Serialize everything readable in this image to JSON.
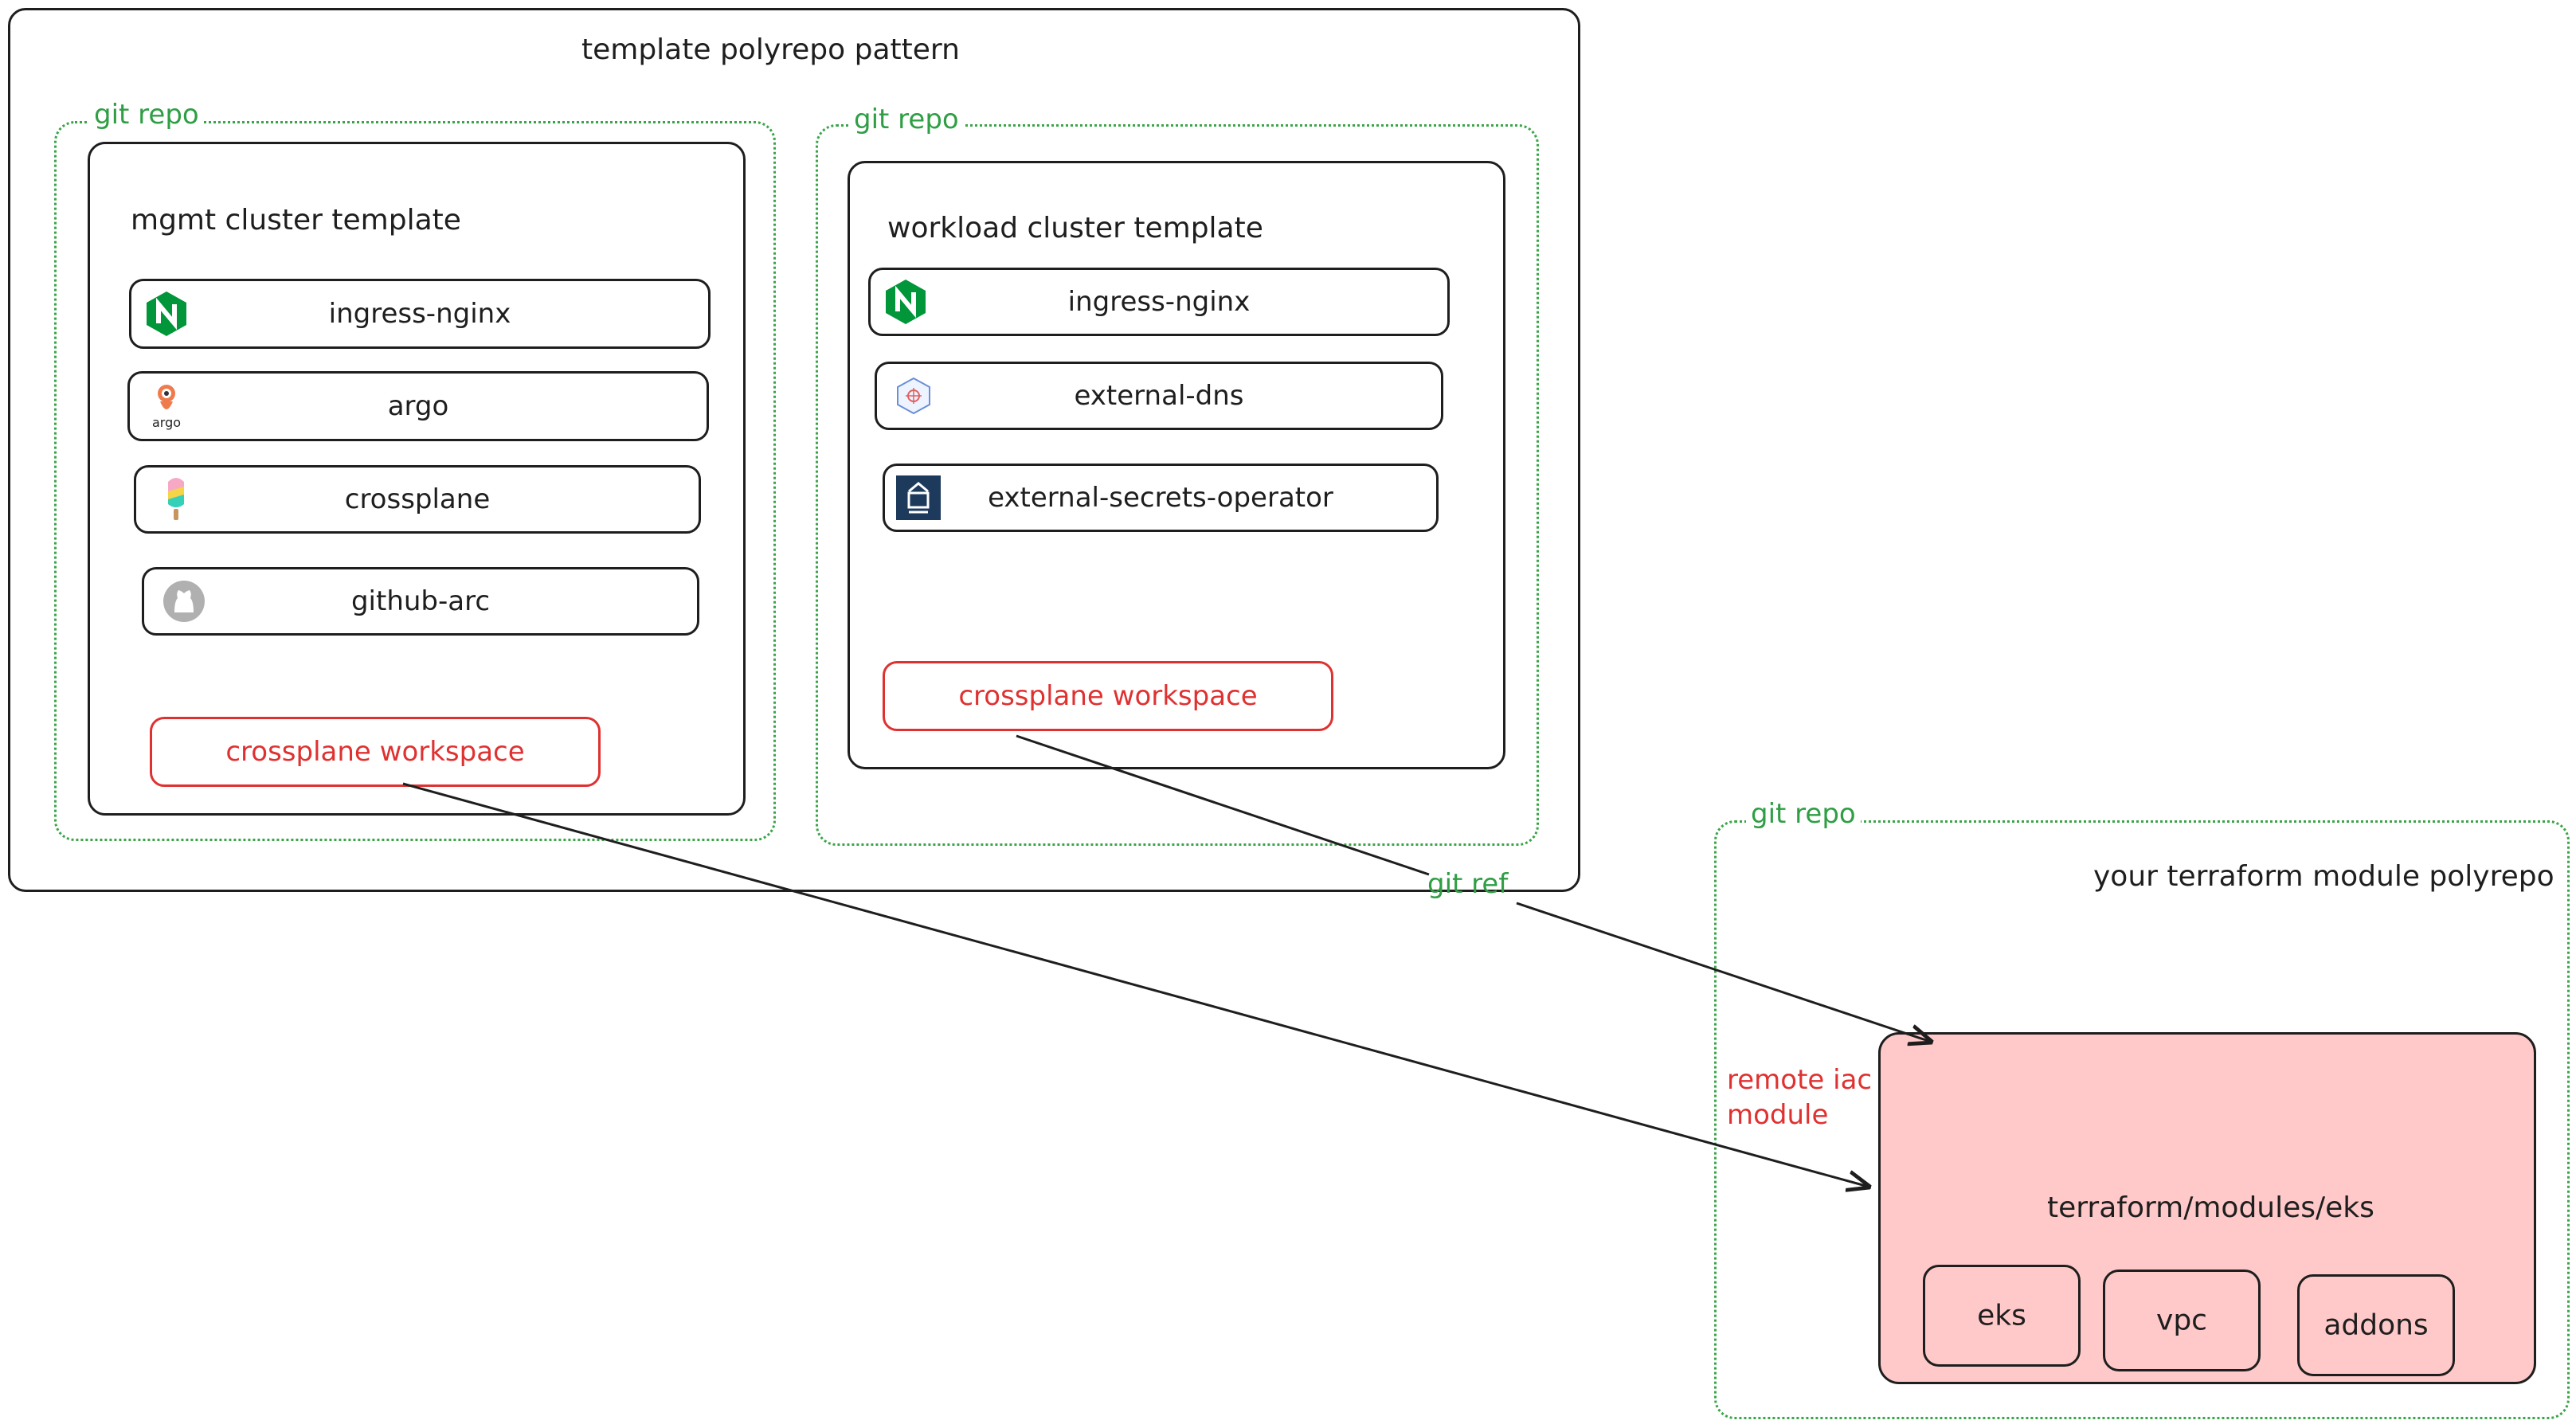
{
  "outer": {
    "title": "template polyrepo pattern"
  },
  "mgmt": {
    "repo_label": "git repo",
    "title": "mgmt cluster template",
    "components": [
      {
        "label": "ingress-nginx",
        "icon": "nginx-icon"
      },
      {
        "label": "argo",
        "icon": "argo-icon",
        "icon_text": "argo"
      },
      {
        "label": "crossplane",
        "icon": "crossplane-icon"
      },
      {
        "label": "github-arc",
        "icon": "github-icon"
      }
    ],
    "workspace": "crossplane workspace"
  },
  "workload": {
    "repo_label": "git repo",
    "title": "workload cluster template",
    "components": [
      {
        "label": "ingress-nginx",
        "icon": "nginx-icon"
      },
      {
        "label": "external-dns",
        "icon": "external-dns-icon"
      },
      {
        "label": "external-secrets-operator",
        "icon": "external-secrets-icon"
      }
    ],
    "workspace": "crossplane workspace"
  },
  "terraform": {
    "repo_label": "git repo",
    "title": "your terraform module polyrepo",
    "module_path": "terraform/modules/eks",
    "modules": [
      "eks",
      "vpc",
      "addons"
    ],
    "remote_label_line1": "remote iac",
    "remote_label_line2": "module"
  },
  "arrows": {
    "git_ref_label": "git ref"
  },
  "colors": {
    "stroke": "#1e1e1e",
    "repo_green": "#2f9e44",
    "workspace_red": "#e03131",
    "module_fill": "#ffc9c9",
    "nginx_green": "#009639"
  }
}
